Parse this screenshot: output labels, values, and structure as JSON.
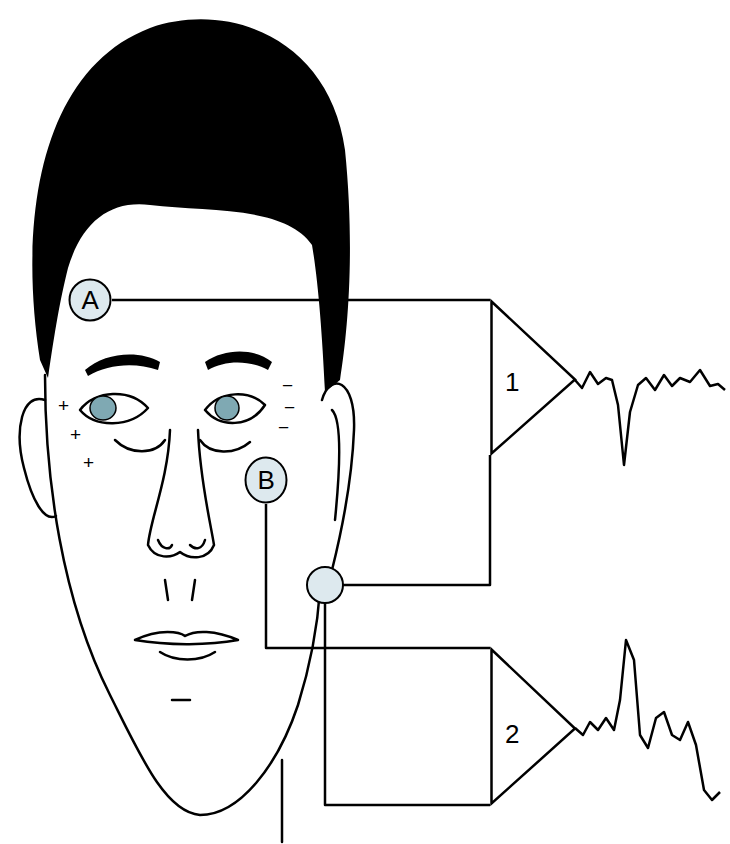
{
  "diagram": {
    "nodes": [
      {
        "text": [
          "A"
        ]
      },
      {
        "text": [
          "1"
        ]
      },
      {
        "text": [
          "B"
        ]
      },
      {
        "text": [
          "2"
        ]
      }
    ],
    "edges": [
      {
        "from": 0,
        "to": 1,
        "arrow": "none"
      },
      {
        "from": 2,
        "to": 3,
        "arrow": "none"
      }
    ],
    "labels": [
      "+",
      "+",
      "+",
      "−",
      "−",
      "−"
    ]
  }
}
